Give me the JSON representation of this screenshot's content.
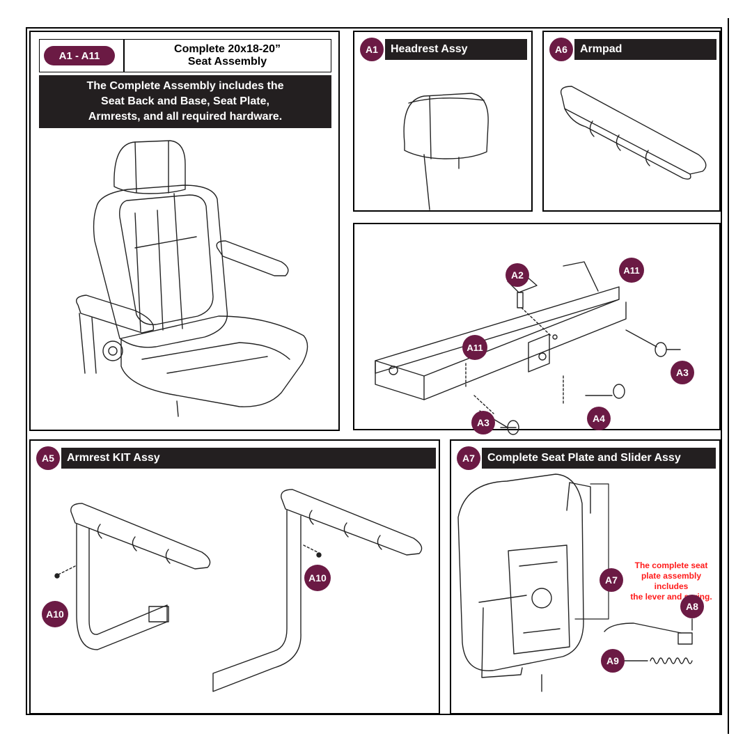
{
  "panels": {
    "complete": {
      "badge": "A1 - A11",
      "title_line1": "Complete 20x18-20”",
      "title_line2": "Seat Assembly",
      "desc_line1": "The Complete Assembly includes the",
      "desc_line2": "Seat Back and Base, Seat Plate,",
      "desc_line3": "Armrests, and all required hardware."
    },
    "headrest": {
      "badge": "A1",
      "title": "Headrest Assy"
    },
    "armpad": {
      "badge": "A6",
      "title": "Armpad"
    },
    "hardware": {
      "labels": {
        "a2": "A2",
        "a11_top": "A11",
        "a11_left": "A11",
        "a3_right": "A3",
        "a3_bottom": "A3",
        "a4": "A4"
      }
    },
    "armrest_kit": {
      "badge": "A5",
      "title": "Armrest KIT Assy",
      "labels": {
        "a10_left": "A10",
        "a10_right": "A10"
      }
    },
    "seat_plate": {
      "badge": "A7",
      "title": "Complete Seat Plate and Slider Assy",
      "note_line1": "The complete seat",
      "note_line2": "plate assembly",
      "note_line3": "includes",
      "note_line4": "the lever and spring.",
      "labels": {
        "a7": "A7",
        "a8": "A8",
        "a9": "A9"
      }
    }
  },
  "colors": {
    "badge": "#6b1a44",
    "header_bar": "#231f20",
    "note": "#ff1a1a"
  }
}
